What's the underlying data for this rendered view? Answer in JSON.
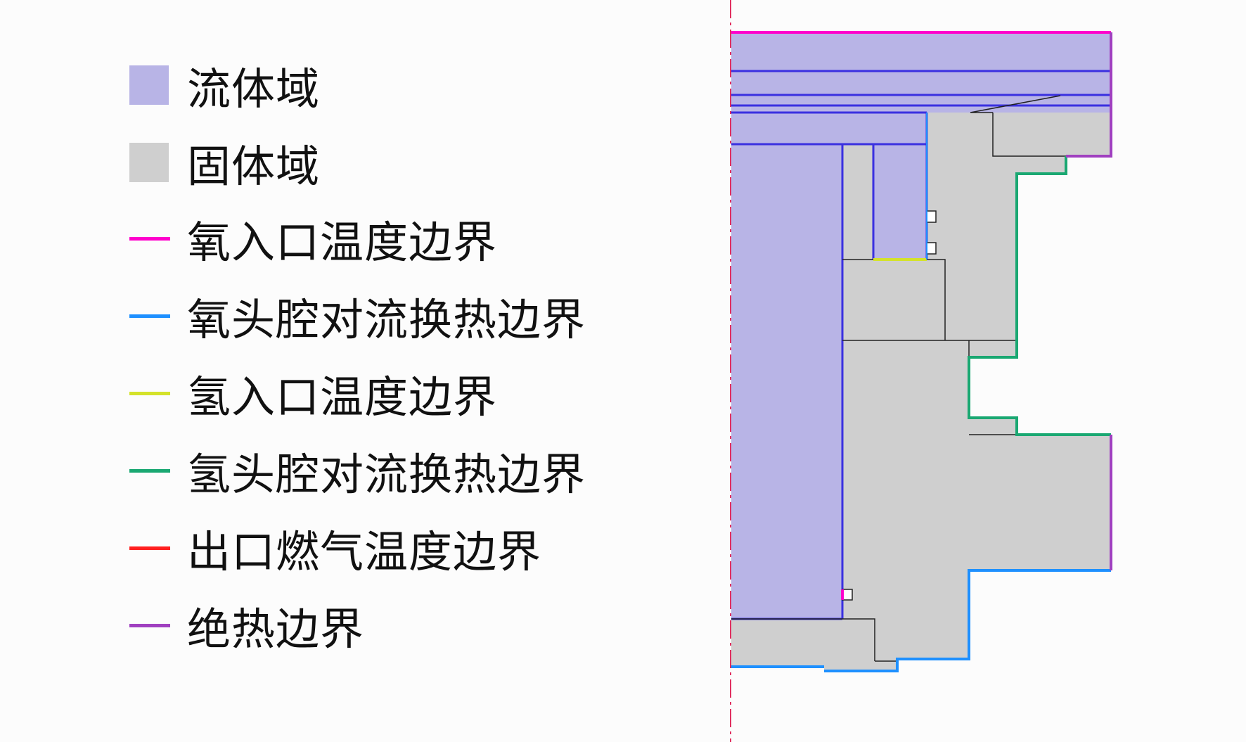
{
  "legend": {
    "items": [
      {
        "kind": "box",
        "label": "流体域",
        "color": "#b8b4e6"
      },
      {
        "kind": "box",
        "label": "固体域",
        "color": "#cfcfcf"
      },
      {
        "kind": "line",
        "label": "氧入口温度边界",
        "color": "#ff00cc"
      },
      {
        "kind": "line",
        "label": "氧头腔对流换热边界",
        "color": "#1e90ff"
      },
      {
        "kind": "line",
        "label": "氢入口温度边界",
        "color": "#d4e22a"
      },
      {
        "kind": "line",
        "label": "氢头腔对流换热边界",
        "color": "#1aa872"
      },
      {
        "kind": "line",
        "label": "出口燃气温度边界",
        "color": "#ff2020"
      },
      {
        "kind": "line",
        "label": "绝热边界",
        "color": "#a040c0"
      }
    ]
  },
  "colors": {
    "fluid_fill": "#b8b4e6",
    "solid_fill": "#cfcfcf",
    "axis_line": "#e03060",
    "oxygen_inlet": "#ff00cc",
    "oxygen_convection": "#1e90ff",
    "hydrogen_inlet": "#d4e22a",
    "hydrogen_convection": "#1aa872",
    "outlet_gas": "#ff2020",
    "adiabatic": "#a040c0",
    "fluid_edge": "#3a30e0",
    "outline": "#222222"
  }
}
